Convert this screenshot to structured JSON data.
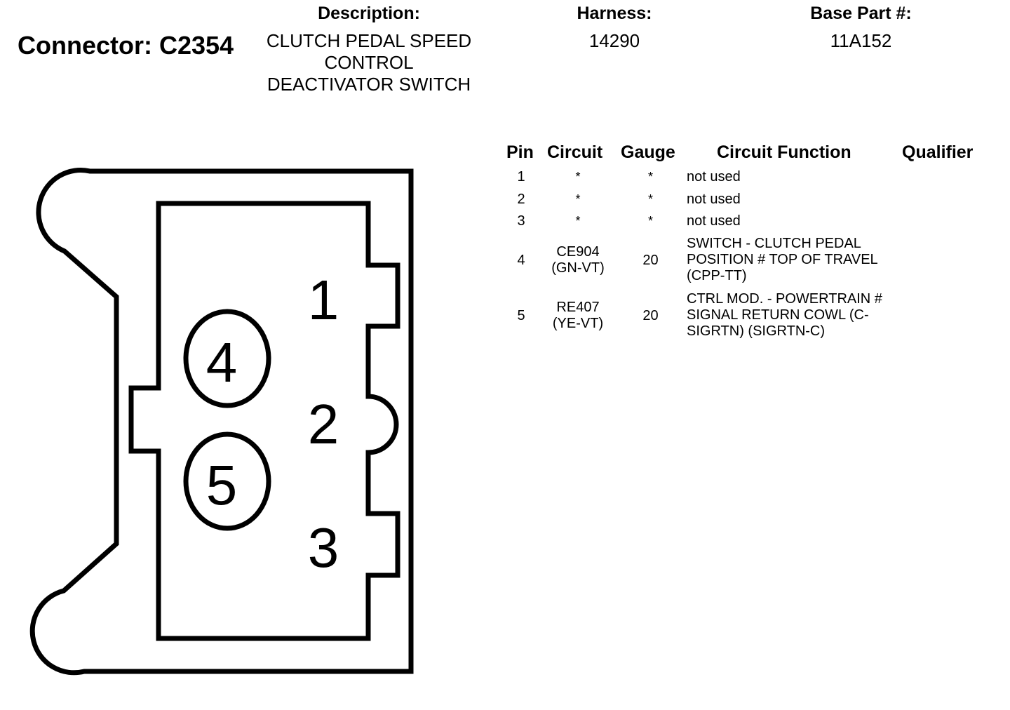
{
  "header": {
    "connector_label": "Connector: C2354",
    "description_label": "Description:",
    "description_value": [
      "CLUTCH PEDAL SPEED",
      "CONTROL",
      "DEACTIVATOR SWITCH"
    ],
    "harness_label": "Harness:",
    "harness_value": "14290",
    "base_part_label": "Base Part #:",
    "base_part_value": "11A152"
  },
  "table": {
    "columns": [
      "Pin",
      "Circuit",
      "Gauge",
      "Circuit Function",
      "Qualifier"
    ],
    "rows": [
      {
        "pin": "1",
        "circuit": [
          "*"
        ],
        "gauge": "*",
        "function": [
          "not used"
        ],
        "qualifier": ""
      },
      {
        "pin": "2",
        "circuit": [
          "*"
        ],
        "gauge": "*",
        "function": [
          "not used"
        ],
        "qualifier": ""
      },
      {
        "pin": "3",
        "circuit": [
          "*"
        ],
        "gauge": "*",
        "function": [
          "not used"
        ],
        "qualifier": ""
      },
      {
        "pin": "4",
        "circuit": [
          "CE904",
          "(GN-VT)"
        ],
        "gauge": "20",
        "function": [
          "SWITCH - CLUTCH PEDAL",
          "POSITION # TOP OF TRAVEL",
          "(CPP-TT)"
        ],
        "qualifier": ""
      },
      {
        "pin": "5",
        "circuit": [
          "RE407",
          "(YE-VT)"
        ],
        "gauge": "20",
        "function": [
          "CTRL MOD. - POWERTRAIN #",
          "SIGNAL RETURN COWL (C-",
          "SIGRTN) (SIGRTN-C)"
        ],
        "qualifier": ""
      }
    ]
  },
  "diagram": {
    "pin_labels": [
      "1",
      "2",
      "3",
      "4",
      "5"
    ]
  }
}
